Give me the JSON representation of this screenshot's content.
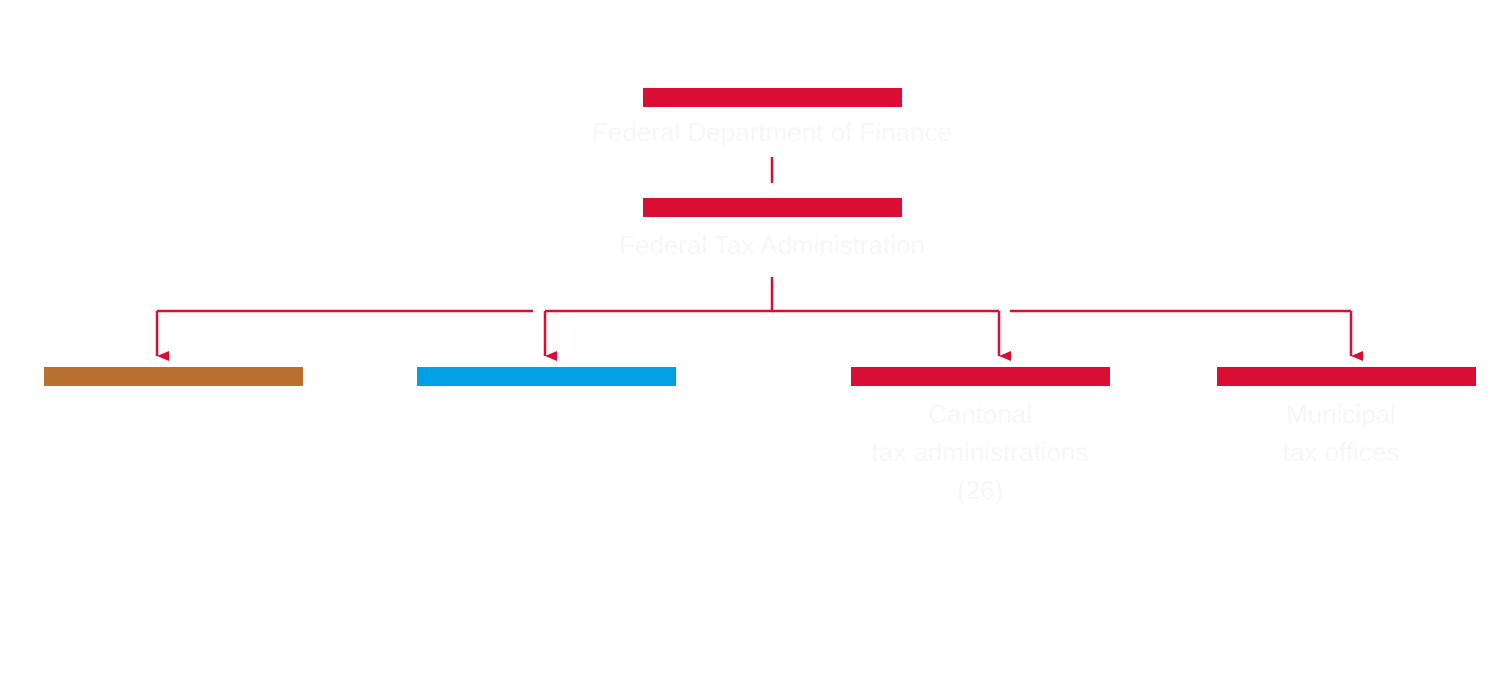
{
  "diagram": {
    "top_node": {
      "color": "#da0d34",
      "lines": [
        "Federal Department of Finance"
      ]
    },
    "middle_node": {
      "color": "#da0d34",
      "lines": [
        "Federal Tax Administration"
      ]
    },
    "children": [
      {
        "color": "#b86f30",
        "lines": [
          "",
          ""
        ]
      },
      {
        "color": "#00a1e2",
        "lines": [
          "",
          ""
        ]
      },
      {
        "color": "#da0d34",
        "lines": [
          "Cantonal",
          "tax administrations",
          "(26)"
        ]
      },
      {
        "color": "#da0d34",
        "lines": [
          "Municipal",
          "tax offices"
        ]
      }
    ],
    "connector_color": "#da0d34"
  }
}
